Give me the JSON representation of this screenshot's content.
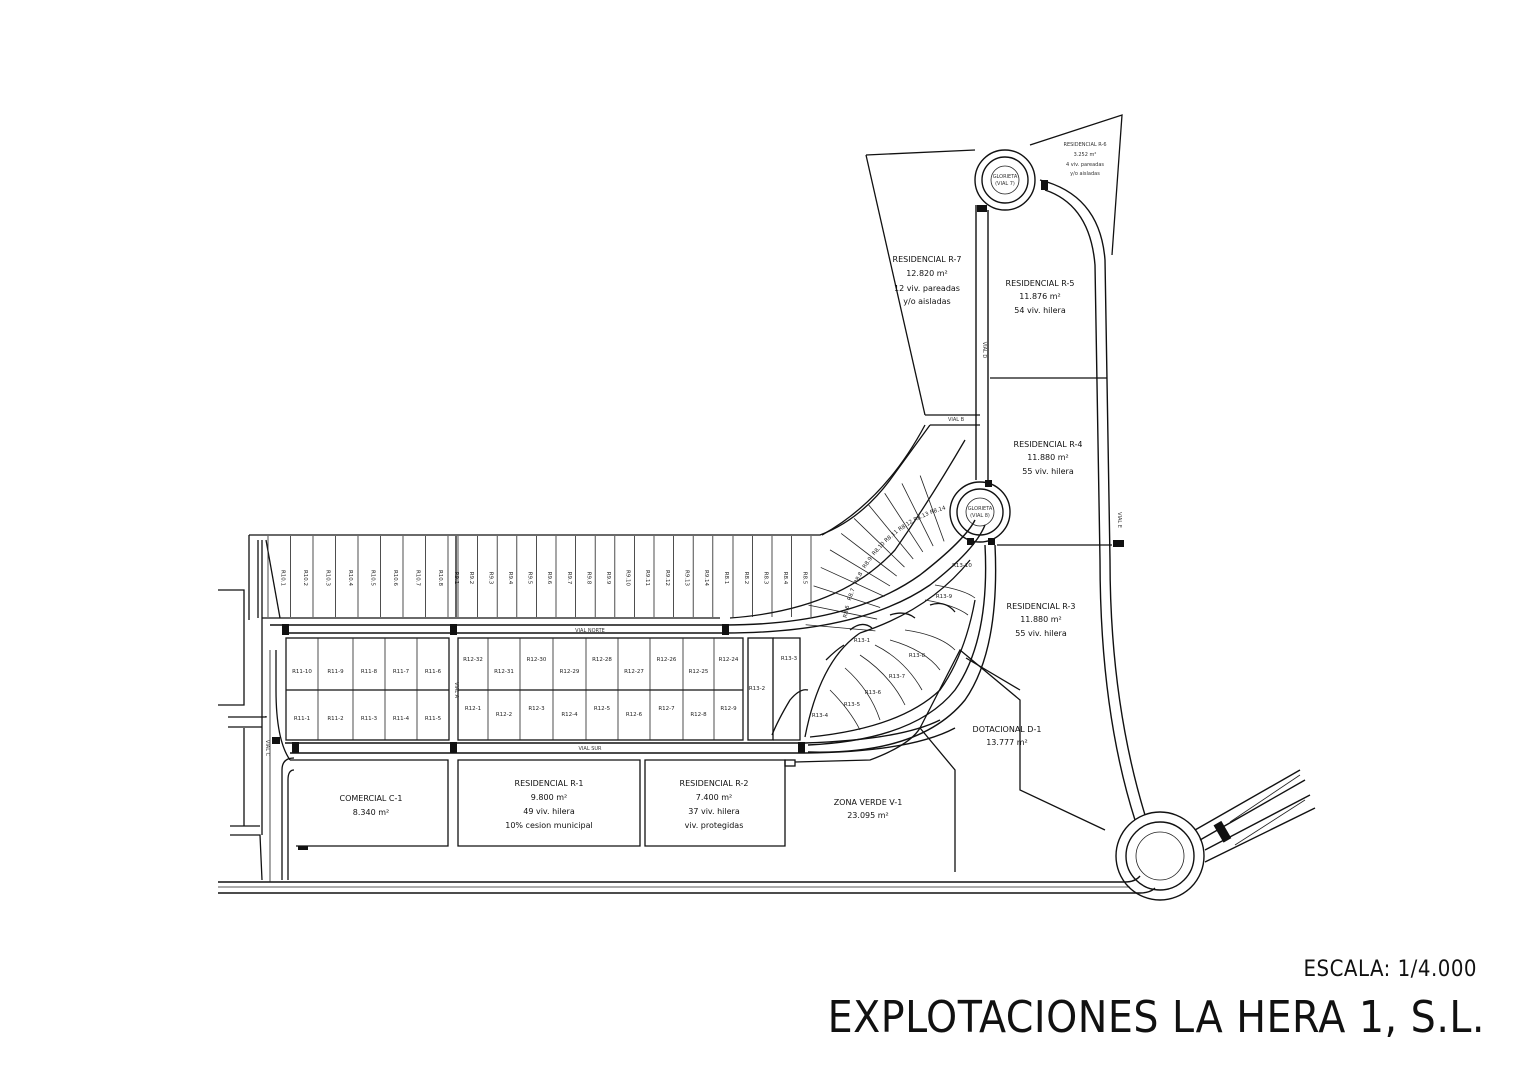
{
  "scale": "ESCALA: 1/4.000",
  "title": "EXPLOTACIONES LA HERA 1, S.L.",
  "zones": {
    "r7": {
      "name": "RESIDENCIAL R-7",
      "area": "12.820 m²",
      "line1": "12 viv. pareadas",
      "line2": "y/o aisladas"
    },
    "r6": {
      "name": "RESIDENCIAL R-6",
      "area": "3.252 m²",
      "line1": "4 viv. pareadas",
      "line2": "y/o aisladas"
    },
    "r5": {
      "name": "RESIDENCIAL R-5",
      "area": "11.876 m²",
      "line1": "54 viv. hilera"
    },
    "r4": {
      "name": "RESIDENCIAL R-4",
      "area": "11.880 m²",
      "line1": "55 viv. hilera"
    },
    "r3": {
      "name": "RESIDENCIAL R-3",
      "area": "11.880 m²",
      "line1": "55 viv. hilera"
    },
    "d1": {
      "name": "DOTACIONAL D-1",
      "area": "13.777 m²"
    },
    "v1": {
      "name": "ZONA VERDE V-1",
      "area": "23.095 m²"
    },
    "c1": {
      "name": "COMERCIAL C-1",
      "area": "8.340 m²"
    },
    "r1": {
      "name": "RESIDENCIAL R-1",
      "area": "9.800 m²",
      "line1": "49 viv. hilera",
      "line2": "10% cesion municipal"
    },
    "r2": {
      "name": "RESIDENCIAL R-2",
      "area": "7.400 m²",
      "line1": "37 viv. hilera",
      "line2": "viv. protegidas"
    }
  },
  "roads": {
    "norte": "VIAL NORTE",
    "sur": "VIAL SUR",
    "vial_a": "VIAL A",
    "vial_b": "VIAL B",
    "vial_c": "VIAL C",
    "vial_d": "VIAL D",
    "vial_e": "VIAL E"
  },
  "roundabouts": {
    "top": {
      "line1": "GLORIETA",
      "line2": "(VIAL 7)"
    },
    "mid": {
      "line1": "GLORIETA",
      "line2": "(VIAL 8)"
    }
  },
  "top_lots": [
    "R10.1",
    "R10.2",
    "R10.3",
    "R10.4",
    "R10.5",
    "R10.6",
    "R10.7",
    "R10.8",
    "R9.1",
    "R9.2",
    "R9.3",
    "R9.4",
    "R9.5",
    "R9.6",
    "R9.7",
    "R9.8",
    "R9.9",
    "R9.10",
    "R9.11",
    "R9.12",
    "R9.13",
    "R9.14",
    "R8.1",
    "R8.2",
    "R8.3",
    "R8.4",
    "R8.5"
  ],
  "curve_lots": [
    "R8.6",
    "R8.7",
    "R8.8",
    "R8.9",
    "R8.10",
    "R8.11",
    "R8.12",
    "R8.13",
    "R8.14"
  ],
  "r11_top": [
    "R11-10",
    "R11-9",
    "R11-8",
    "R11-7",
    "R11-6"
  ],
  "r11_bottom": [
    "R11-1",
    "R11-2",
    "R11-3",
    "R11-4",
    "R11-5"
  ],
  "r12_top": [
    "R12-32",
    "R12-31",
    "R12-30",
    "R12-29",
    "R12-28",
    "R12-27",
    "R12-26",
    "R12-25",
    "R12-24"
  ],
  "r12_bottom": [
    "R12-1",
    "R12-2",
    "R12-3",
    "R12-4",
    "R12-5",
    "R12-6",
    "R12-7",
    "R12-8",
    "R12-9"
  ],
  "r13": [
    "R13-1",
    "R13-2",
    "R13-3",
    "R13-4",
    "R13-5",
    "R13-6",
    "R13-7",
    "R13-8",
    "R13-9",
    "R13-10"
  ]
}
